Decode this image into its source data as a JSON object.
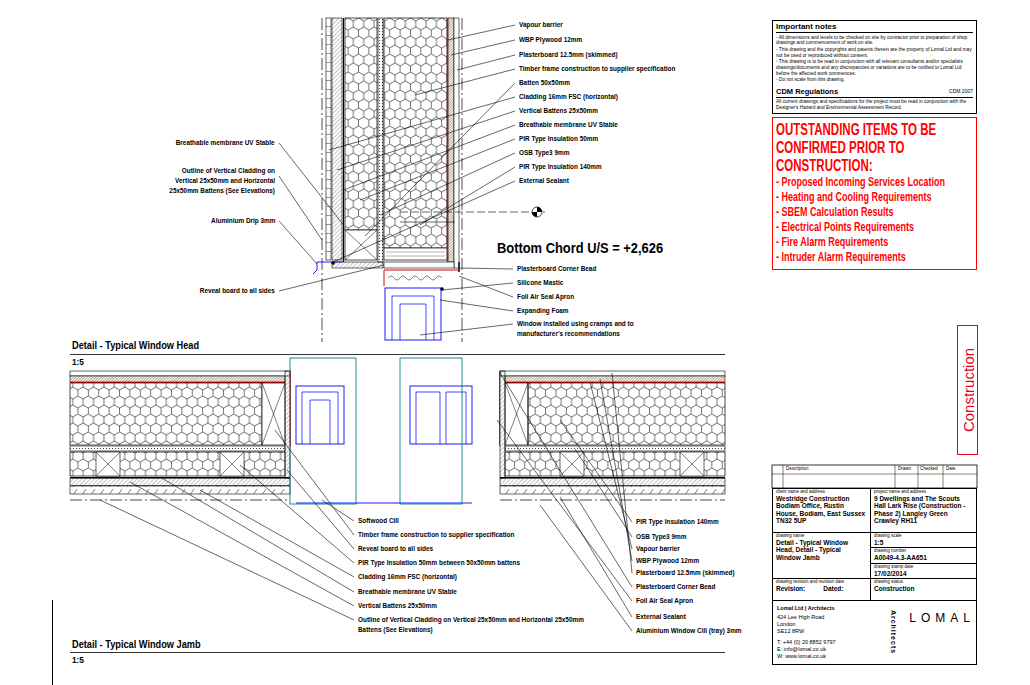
{
  "diagram": {
    "nodes": [
      {
        "text": [
          "Important notes",
          "- All dimensions and levels to be checked on site by contractor prior to preparation of shop drawings and commencement of work on site.",
          "- This drawing and the copyrights and patents therein are the property of Lomal Ltd and may not be used or reproduced without consent.",
          "- This drawing is to be read in conjunction with all relevant consultants and/or specialists drawings/documents and any discrepancies or variations are to be notified to Lomal Ltd before the affected work commences.",
          "- Do not scale from this drawing."
        ]
      },
      {
        "text": [
          "CDM Regulations",
          "CDM 2007",
          "All current drawings and specifications for the project must be read in conjunction with the Designer's Hazard and Environmental Assessment Record."
        ]
      },
      {
        "text": [
          "OUTSTANDING ITEMS TO BE CONFIRMED PRIOR TO CONSTRUCTION:",
          "- Proposed Incoming Services Location",
          "- Heating and Cooling Requirements",
          "- SBEM Calculation Results",
          "- Electrical Points Requirements",
          "- Fire Alarm Requirements",
          "- Intruder Alarm Requirements"
        ]
      },
      {
        "text": [
          "Construction"
        ]
      },
      {
        "text": [
          "client name and address",
          "Westridge Construction Bodiam Office, Rustin House, Bodiam, East Sussex TN32 5UP"
        ]
      },
      {
        "text": [
          "project name and address",
          "9 Dwellings and The Scouts Hall Lark Rise (Construction - Phase 2) Langley Green Crawley RH11"
        ]
      },
      {
        "text": [
          "drawing name",
          "Detail - Typical Window Head, Detail - Typical Window Jamb"
        ]
      },
      {
        "text": [
          "drawing scale",
          "1:5"
        ]
      },
      {
        "text": [
          "drawing number",
          "A0049-4.3-AA651"
        ]
      },
      {
        "text": [
          "drawing stamp date",
          "17/02/2014"
        ]
      },
      {
        "text": [
          "drawing revision and revision date",
          "Revision:",
          "Dated:"
        ]
      },
      {
        "text": [
          "drawing status",
          "Construction"
        ]
      },
      {
        "text": [
          "Lomal Ltd | Architects",
          "424 Lee High Road",
          "London",
          "SE12 8RW",
          "T: +44 (0) 20 8852 9797",
          "E: info@lomal.co.uk",
          "W: www.lomal.co.uk"
        ]
      },
      {
        "text": [
          "Architects"
        ],
        "in": 12
      },
      {
        "text": [
          "LOMAL"
        ],
        "in": 12
      }
    ],
    "labels": [
      "Vapour barrier",
      "WBP Plywood 12mm",
      "Plasterboard 12.5mm (skimmed)",
      "Timber frame construction to supplier specification",
      "Batten 50x50mm",
      "Cladding 16mm FSC (horizontal)",
      "Vertical Battens 25x50mm",
      "Breathable membrane UV Stable",
      "PIR Type Insulation 50mm",
      "OSB Type3 9mm",
      "PIR Type Insulation 140mm",
      "External Sealant",
      "Breathable membrane UV Stable",
      "Outline of Vertical Cladding on Vertical 25x50mm and Horizontal 25x50mm Battens (See Elevations)",
      "Aluminium Drip 3mm",
      "Bottom Chord U/S = +2,626",
      "Plasterboard Corner Bead",
      "Silicone Mastic",
      "Foil Air Seal Apron",
      "Reveal board to all sides",
      "Expanding Foam",
      "Window installed using cramps and to manufacturer's recommendations",
      "Detail - Typical Window Head",
      "1:5",
      "Softwood Cill",
      "Timber frame construction to supplier specification",
      "Reveal board to all sides",
      "PIR Type Insulation 50mm between 50x50mm battens",
      "Cladding 16mm FSC (horizontal)",
      "Breathable membrane UV Stable",
      "Vertical Battens 25x50mm",
      "Outline of Vertical Cladding on Vertical 25x50mm and Horizontal 25x50mm Battens (See Elevations)",
      "PIR Type Insulation 140mm",
      "OSB Type3 9mm",
      "Vapour barrier",
      "WBP Plywood 12mm",
      "Plasterboard 12.5mm (skimmed)",
      "Plasterboard Corner Bead",
      "Foil Air Seal Apron",
      "External Sealant",
      "Aluminium Window Cill (tray) 3mm",
      "Detail - Typical Window Jamb",
      "1:5",
      "Description",
      "Drawn",
      "Checked",
      "Date"
    ]
  }
}
